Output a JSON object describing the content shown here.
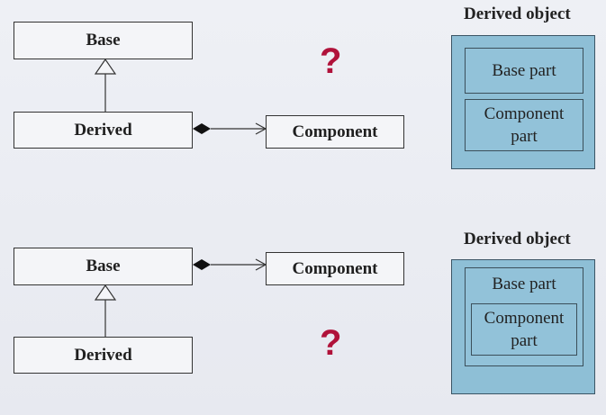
{
  "top": {
    "base": "Base",
    "derived": "Derived",
    "component": "Component",
    "question": "?",
    "object_title": "Derived object",
    "base_part": "Base part",
    "component_part": "Component\npart"
  },
  "bottom": {
    "base": "Base",
    "derived": "Derived",
    "component": "Component",
    "question": "?",
    "object_title": "Derived object",
    "base_part": "Base part",
    "component_part": "Component\npart"
  },
  "colors": {
    "object_fill": "#8ebfd6",
    "question_mark": "#b0123a"
  }
}
